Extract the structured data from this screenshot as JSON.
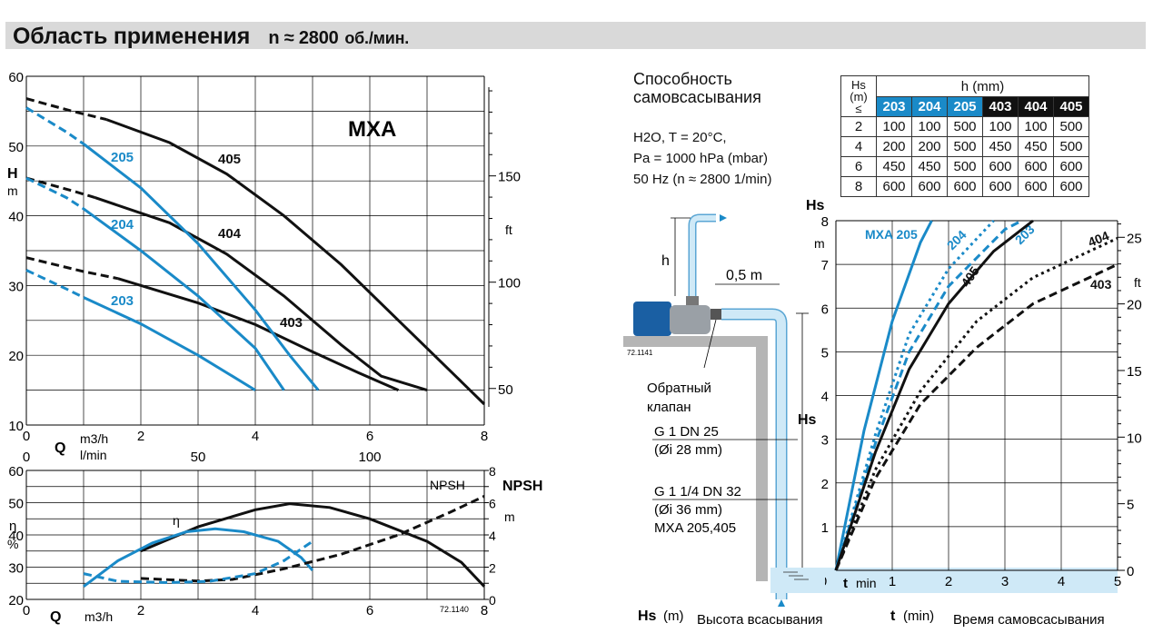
{
  "header": {
    "title": "Область применения",
    "speed": "n ≈ 2800",
    "speed_unit": "об./мин."
  },
  "colors": {
    "blue": "#1a8ac8",
    "black": "#111111",
    "water": "#cfe9f7",
    "header_bg": "#d9d9d9"
  },
  "chart_data": [
    {
      "id": "performance",
      "type": "line",
      "title": "MXA",
      "xlabel": "Q",
      "x_unit": "m3/h",
      "x_unit2": "l/min",
      "ylabel": "H",
      "y_unit": "m",
      "y2_unit": "ft",
      "xlim": [
        0,
        8
      ],
      "ylim": [
        10,
        60
      ],
      "x_ticks": [
        "0",
        "2",
        "4",
        "6",
        "8"
      ],
      "y_ticks": [
        "10",
        "20",
        "30",
        "40",
        "50",
        "60"
      ],
      "x2_ticks": [
        {
          "v": 0,
          "l": "0"
        },
        {
          "v": 50,
          "l": "50"
        },
        {
          "v": 100,
          "l": "100"
        }
      ],
      "y2_ticks": [
        {
          "v": 50,
          "l": "50"
        },
        {
          "v": 100,
          "l": "100"
        },
        {
          "v": 150,
          "l": "150"
        }
      ],
      "series": [
        {
          "name": "405",
          "color": "black",
          "dashed": [
            [
              0,
              56.8
            ],
            [
              0.8,
              55.0
            ],
            [
              1.4,
              53.8
            ]
          ],
          "solid": [
            [
              1.4,
              53.8
            ],
            [
              2.5,
              50.5
            ],
            [
              3.5,
              46.0
            ],
            [
              4.5,
              40.0
            ],
            [
              5.5,
              33.0
            ],
            [
              6.5,
              25.0
            ],
            [
              7.5,
              17.0
            ],
            [
              8,
              13.0
            ]
          ]
        },
        {
          "name": "404",
          "color": "black",
          "dashed": [
            [
              0,
              45.4
            ],
            [
              0.8,
              43.6
            ],
            [
              1.2,
              42.6
            ]
          ],
          "solid": [
            [
              1.2,
              42.6
            ],
            [
              2.5,
              39.0
            ],
            [
              3.5,
              34.5
            ],
            [
              4.5,
              28.5
            ],
            [
              5.5,
              21.5
            ],
            [
              6.2,
              17.0
            ],
            [
              7,
              15.0
            ]
          ]
        },
        {
          "name": "403",
          "color": "black",
          "dashed": [
            [
              0,
              34.0
            ],
            [
              1,
              32.0
            ],
            [
              1.6,
              31.0
            ]
          ],
          "solid": [
            [
              1.6,
              31.0
            ],
            [
              3,
              27.5
            ],
            [
              4,
              24.4
            ],
            [
              5,
              20.5
            ],
            [
              5.8,
              17.5
            ],
            [
              6.5,
              15.0
            ]
          ]
        },
        {
          "name": "205",
          "color": "blue",
          "dashed": [
            [
              0,
              55.5
            ],
            [
              0.7,
              52.0
            ],
            [
              1,
              50.3
            ]
          ],
          "solid": [
            [
              1,
              50.3
            ],
            [
              2,
              44.0
            ],
            [
              3,
              36.0
            ],
            [
              4,
              26.5
            ],
            [
              4.6,
              20.0
            ],
            [
              5.1,
              15.0
            ]
          ]
        },
        {
          "name": "204",
          "color": "blue",
          "dashed": [
            [
              0,
              45.4
            ],
            [
              0.7,
              42.6
            ],
            [
              1,
              41.0
            ]
          ],
          "solid": [
            [
              1,
              41.0
            ],
            [
              2,
              35.0
            ],
            [
              3,
              28.5
            ],
            [
              4,
              21.0
            ],
            [
              4.5,
              15.0
            ]
          ]
        },
        {
          "name": "203",
          "color": "blue",
          "dashed": [
            [
              0,
              32.2
            ],
            [
              0.7,
              29.5
            ],
            [
              1,
              28.3
            ]
          ],
          "solid": [
            [
              1,
              28.3
            ],
            [
              2,
              24.5
            ],
            [
              3,
              20.0
            ],
            [
              3.6,
              17.0
            ],
            [
              4,
              15.0
            ]
          ]
        }
      ]
    },
    {
      "id": "efficiency-npsh",
      "type": "line",
      "xlabel": "Q",
      "x_unit": "m3/h",
      "ylabel": "η",
      "y_unit": "%",
      "y2_label": "NPSH",
      "y2_unit": "m",
      "npsh_tag": "NPSH",
      "eta_tag": "η",
      "code": "72.1140",
      "xlim": [
        0,
        8
      ],
      "ylim": [
        20,
        60
      ],
      "x_ticks": [
        "0",
        "2",
        "4",
        "6",
        "8"
      ],
      "y_ticks": [
        "20",
        "30",
        "40",
        "50",
        "60"
      ],
      "y2_ticks": [
        "0",
        "2",
        "4",
        "6",
        "8"
      ],
      "series": [
        {
          "color": "black",
          "style": "solid",
          "points": [
            [
              2,
              35
            ],
            [
              3,
              42.5
            ],
            [
              4,
              47.8
            ],
            [
              4.6,
              49.7
            ],
            [
              5.3,
              48.5
            ],
            [
              6,
              45.0
            ],
            [
              7,
              38.0
            ],
            [
              7.6,
              31.5
            ],
            [
              8,
              24.0
            ]
          ]
        },
        {
          "color": "blue",
          "style": "solid",
          "points": [
            [
              1,
              24.0
            ],
            [
              1.6,
              32.0
            ],
            [
              2.2,
              37.5
            ],
            [
              2.8,
              41.0
            ],
            [
              3.3,
              41.9
            ],
            [
              3.8,
              41.0
            ],
            [
              4.4,
              38.0
            ],
            [
              4.8,
              33.0
            ],
            [
              5,
              29.0
            ]
          ]
        },
        {
          "color": "black",
          "style": "dashed",
          "points": [
            [
              2,
              26.5
            ],
            [
              3,
              25.7
            ],
            [
              3.6,
              26.2
            ],
            [
              4.5,
              29.5
            ],
            [
              5.5,
              34.0
            ],
            [
              6.5,
              40.0
            ],
            [
              7.4,
              47.0
            ],
            [
              8,
              52.0
            ]
          ]
        },
        {
          "color": "blue",
          "style": "dashed",
          "points": [
            [
              1,
              28.0
            ],
            [
              1.6,
              25.6
            ],
            [
              2.5,
              25.2
            ],
            [
              3.2,
              25.6
            ],
            [
              4,
              28.0
            ],
            [
              4.5,
              32.0
            ],
            [
              5,
              38.0
            ]
          ]
        }
      ]
    },
    {
      "id": "self-priming",
      "type": "line",
      "xlabel": "t",
      "x_unit": "min",
      "ylabel": "Hs",
      "y_unit": "m",
      "y2_unit": "ft",
      "xlim": [
        0,
        5
      ],
      "ylim": [
        0,
        8
      ],
      "x_ticks": [
        "0",
        "1",
        "2",
        "3",
        "4",
        "5"
      ],
      "y_ticks": [
        "1",
        "2",
        "3",
        "4",
        "5",
        "6",
        "7",
        "8"
      ],
      "y2_ticks": [
        {
          "v": 5,
          "l": "5"
        },
        {
          "v": 10,
          "l": "10"
        },
        {
          "v": 15,
          "l": "15"
        },
        {
          "v": 20,
          "l": "20"
        },
        {
          "v": 25,
          "l": "25"
        }
      ],
      "series": [
        {
          "name": "MXA 205",
          "color": "blue",
          "style": "solid",
          "points": [
            [
              0,
              0
            ],
            [
              0.5,
              3.2
            ],
            [
              1,
              5.7
            ],
            [
              1.5,
              7.5
            ],
            [
              1.7,
              8
            ]
          ]
        },
        {
          "name": "204",
          "color": "blue",
          "style": "dotted",
          "points": [
            [
              0,
              0
            ],
            [
              0.7,
              3.1
            ],
            [
              1.3,
              5.4
            ],
            [
              2,
              6.9
            ],
            [
              2.8,
              8
            ]
          ]
        },
        {
          "name": "203",
          "color": "blue",
          "style": "dashed",
          "points": [
            [
              0,
              0
            ],
            [
              0.7,
              2.9
            ],
            [
              1.3,
              5.0
            ],
            [
              2,
              6.5
            ],
            [
              3,
              7.8
            ],
            [
              3.3,
              8
            ]
          ]
        },
        {
          "name": "405",
          "color": "black",
          "style": "solid",
          "points": [
            [
              0,
              0
            ],
            [
              0.7,
              2.7
            ],
            [
              1.3,
              4.6
            ],
            [
              2,
              6.1
            ],
            [
              2.8,
              7.3
            ],
            [
              3.5,
              8
            ]
          ]
        },
        {
          "name": "404",
          "color": "black",
          "style": "dotted",
          "points": [
            [
              0,
              0
            ],
            [
              0.7,
              2.3
            ],
            [
              1.5,
              4.1
            ],
            [
              2.5,
              5.7
            ],
            [
              3.5,
              6.7
            ],
            [
              4.5,
              7.3
            ],
            [
              5,
              7.6
            ]
          ]
        },
        {
          "name": "403",
          "color": "black",
          "style": "dashed",
          "points": [
            [
              0,
              0
            ],
            [
              0.7,
              2.1
            ],
            [
              1.5,
              3.8
            ],
            [
              2.5,
              5.1
            ],
            [
              3.5,
              6.1
            ],
            [
              4.5,
              6.7
            ],
            [
              5,
              7.0
            ]
          ]
        }
      ],
      "footer_hs": "Hs",
      "footer_hs_unit": "(m)",
      "footer_hs_text": "Высота всасывания",
      "footer_t": "t",
      "footer_t_unit": "(min)",
      "footer_t_text": "Время самовсасывания"
    }
  ],
  "self_priming": {
    "title_line1": "Способность",
    "title_line2": "самовсасывания",
    "cond1": "H2O, T = 20°C,",
    "cond2": "Pa = 1000 hPa (mbar)",
    "cond3": "50 Hz (n ≈ 2800 1/min)"
  },
  "table": {
    "hs_header": "Hs\n(m)\n≤",
    "h_header": "h (mm)",
    "columns": [
      "203",
      "204",
      "205",
      "403",
      "404",
      "405"
    ],
    "rows": [
      {
        "hs": "2",
        "values": [
          "100",
          "100",
          "500",
          "100",
          "100",
          "500"
        ]
      },
      {
        "hs": "4",
        "values": [
          "200",
          "200",
          "500",
          "450",
          "450",
          "500"
        ]
      },
      {
        "hs": "6",
        "values": [
          "450",
          "450",
          "500",
          "600",
          "600",
          "600"
        ]
      },
      {
        "hs": "8",
        "values": [
          "600",
          "600",
          "600",
          "600",
          "600",
          "600"
        ]
      }
    ]
  },
  "diagram": {
    "h": "h",
    "distance": "0,5 m",
    "code": "72.1141",
    "valve1": "Обратный",
    "valve2": "клапан",
    "hs": "Hs",
    "g1": "G 1     DN 25",
    "g1_sub": "(Øi 28 mm)",
    "g2": "G 1 1/4  DN 32",
    "g2_sub": "(Øi 36 mm)",
    "g2_models": "MXA 205,405"
  }
}
